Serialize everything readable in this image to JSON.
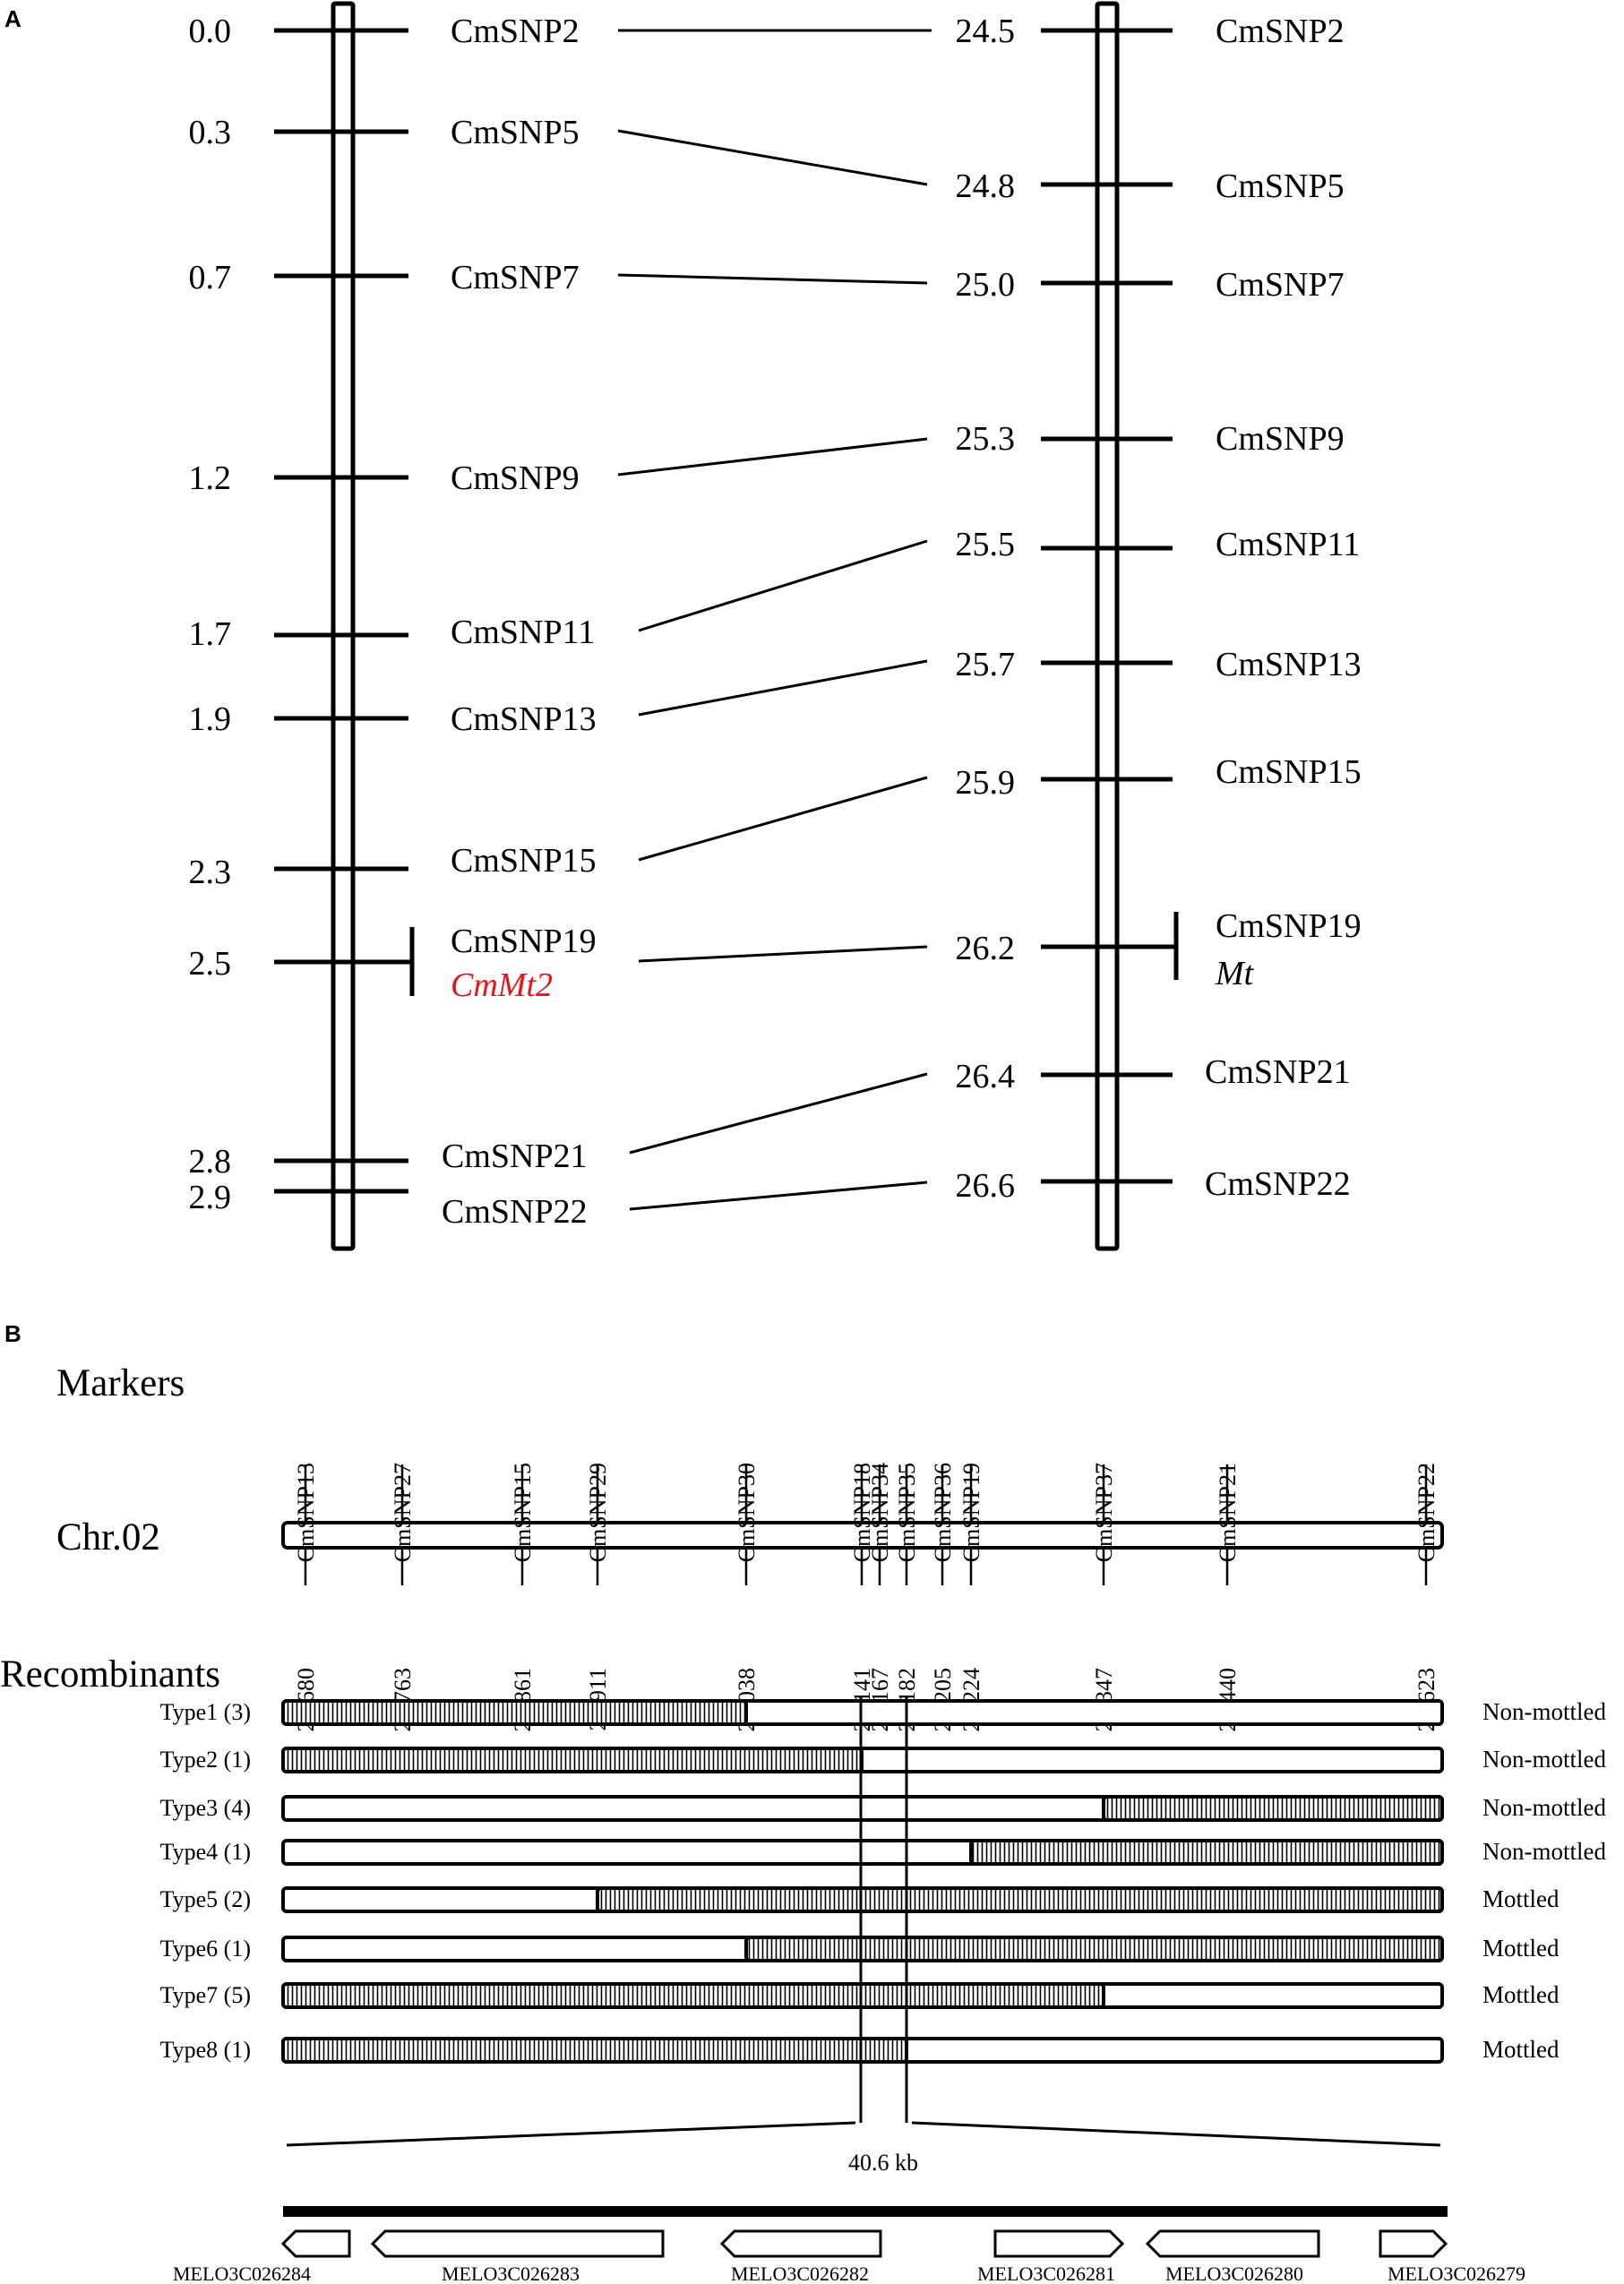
{
  "panel_a": {
    "label": "A",
    "left_map": {
      "markers": [
        {
          "pos": "0.0",
          "name": "CmSNP2"
        },
        {
          "pos": "0.3",
          "name": "CmSNP5"
        },
        {
          "pos": "0.7",
          "name": "CmSNP7"
        },
        {
          "pos": "1.2",
          "name": "CmSNP9"
        },
        {
          "pos": "1.7",
          "name": "CmSNP11"
        },
        {
          "pos": "1.9",
          "name": "CmSNP13"
        },
        {
          "pos": "2.3",
          "name": "CmSNP15"
        },
        {
          "pos": "2.5",
          "name": "CmSNP19",
          "gene": "CmMt2",
          "gene_color": "#e8141b"
        },
        {
          "pos": "2.8",
          "name": "CmSNP21"
        },
        {
          "pos": "2.9",
          "name": "CmSNP22"
        }
      ]
    },
    "right_map": {
      "markers": [
        {
          "pos": "24.5",
          "name": "CmSNP2"
        },
        {
          "pos": "24.8",
          "name": "CmSNP5"
        },
        {
          "pos": "25.0",
          "name": "CmSNP7"
        },
        {
          "pos": "25.3",
          "name": "CmSNP9"
        },
        {
          "pos": "25.5",
          "name": "CmSNP11"
        },
        {
          "pos": "25.7",
          "name": "CmSNP13"
        },
        {
          "pos": "25.9",
          "name": "CmSNP15"
        },
        {
          "pos": "26.2",
          "name": "CmSNP19",
          "gene": "Mt",
          "gene_color": "#000000"
        },
        {
          "pos": "26.4",
          "name": "CmSNP21"
        },
        {
          "pos": "26.6",
          "name": "CmSNP22"
        }
      ]
    }
  },
  "panel_b": {
    "label": "B",
    "markers_title": "Markers",
    "chromosome_label": "Chr.02",
    "recombinants_title": "Recombinants",
    "markers": [
      {
        "name": "CmSNP13",
        "pos": "25.680"
      },
      {
        "name": "CmSNP27",
        "pos": "25.763"
      },
      {
        "name": "CmSNP15",
        "pos": "25.861"
      },
      {
        "name": "CmSNP29",
        "pos": "25.911"
      },
      {
        "name": "CmSNP30",
        "pos": "26.038"
      },
      {
        "name": "CmSNP18",
        "pos": "26.141"
      },
      {
        "name": "CmSNP34",
        "pos": "26.167"
      },
      {
        "name": "CmSNP35",
        "pos": "26.182"
      },
      {
        "name": "CmSNP36",
        "pos": "26.205"
      },
      {
        "name": "CmSNP19",
        "pos": "26.224"
      },
      {
        "name": "CmSNP37",
        "pos": "26.347"
      },
      {
        "name": "CmSNP21",
        "pos": "26.440"
      },
      {
        "name": "CmSNP22",
        "pos": "26.623"
      }
    ],
    "recombinants": [
      {
        "label": "Type1 (3)",
        "phenotype": "Non-mottled",
        "hatch_from": "CmSNP13",
        "hatch_to": "CmSNP30"
      },
      {
        "label": "Type2 (1)",
        "phenotype": "Non-mottled",
        "hatch_from": "CmSNP13",
        "hatch_to": "CmSNP18"
      },
      {
        "label": "Type3 (4)",
        "phenotype": "Non-mottled",
        "hatch_from": "CmSNP37",
        "hatch_to": "CmSNP22"
      },
      {
        "label": "Type4 (1)",
        "phenotype": "Non-mottled",
        "hatch_from": "CmSNP19",
        "hatch_to": "CmSNP22"
      },
      {
        "label": "Type5 (2)",
        "phenotype": "Mottled",
        "hatch_from": "CmSNP29",
        "hatch_to": "CmSNP22"
      },
      {
        "label": "Type6 (1)",
        "phenotype": "Mottled",
        "hatch_from": "CmSNP30",
        "hatch_to": "CmSNP22"
      },
      {
        "label": "Type7 (5)",
        "phenotype": "Mottled",
        "hatch_from": "CmSNP13",
        "hatch_to": "CmSNP37"
      },
      {
        "label": "Type8 (1)",
        "phenotype": "Mottled",
        "hatch_from": "CmSNP13",
        "hatch_to": "CmSNP35"
      }
    ],
    "interval_label": "40.6 kb",
    "genes": [
      {
        "name": "MELO3C026284",
        "strand": "-"
      },
      {
        "name": "MELO3C026283",
        "strand": "-"
      },
      {
        "name": "MELO3C026282",
        "strand": "-"
      },
      {
        "name": "MELO3C026281",
        "strand": "+"
      },
      {
        "name": "MELO3C026280",
        "strand": "-"
      },
      {
        "name": "MELO3C026279",
        "strand": "+"
      }
    ]
  }
}
